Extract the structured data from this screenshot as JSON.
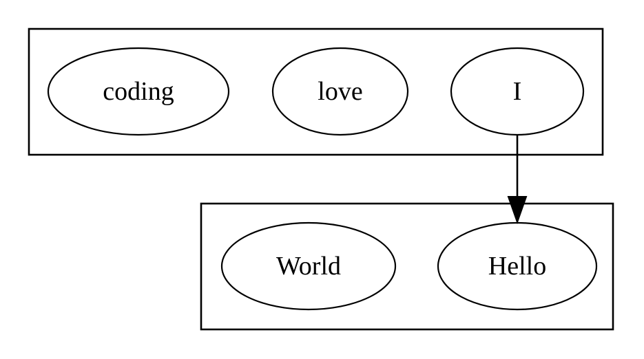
{
  "diagram": {
    "type": "graph",
    "clusters": [
      {
        "id": "top",
        "nodes": [
          "coding",
          "love",
          "I"
        ]
      },
      {
        "id": "bottom",
        "nodes": [
          "World",
          "Hello"
        ]
      }
    ],
    "nodes": {
      "coding": {
        "label": "coding"
      },
      "love": {
        "label": "love"
      },
      "i": {
        "label": "I"
      },
      "world": {
        "label": "World"
      },
      "hello": {
        "label": "Hello"
      }
    },
    "edges": [
      {
        "from": "I",
        "to": "Hello",
        "directed": true
      }
    ]
  }
}
